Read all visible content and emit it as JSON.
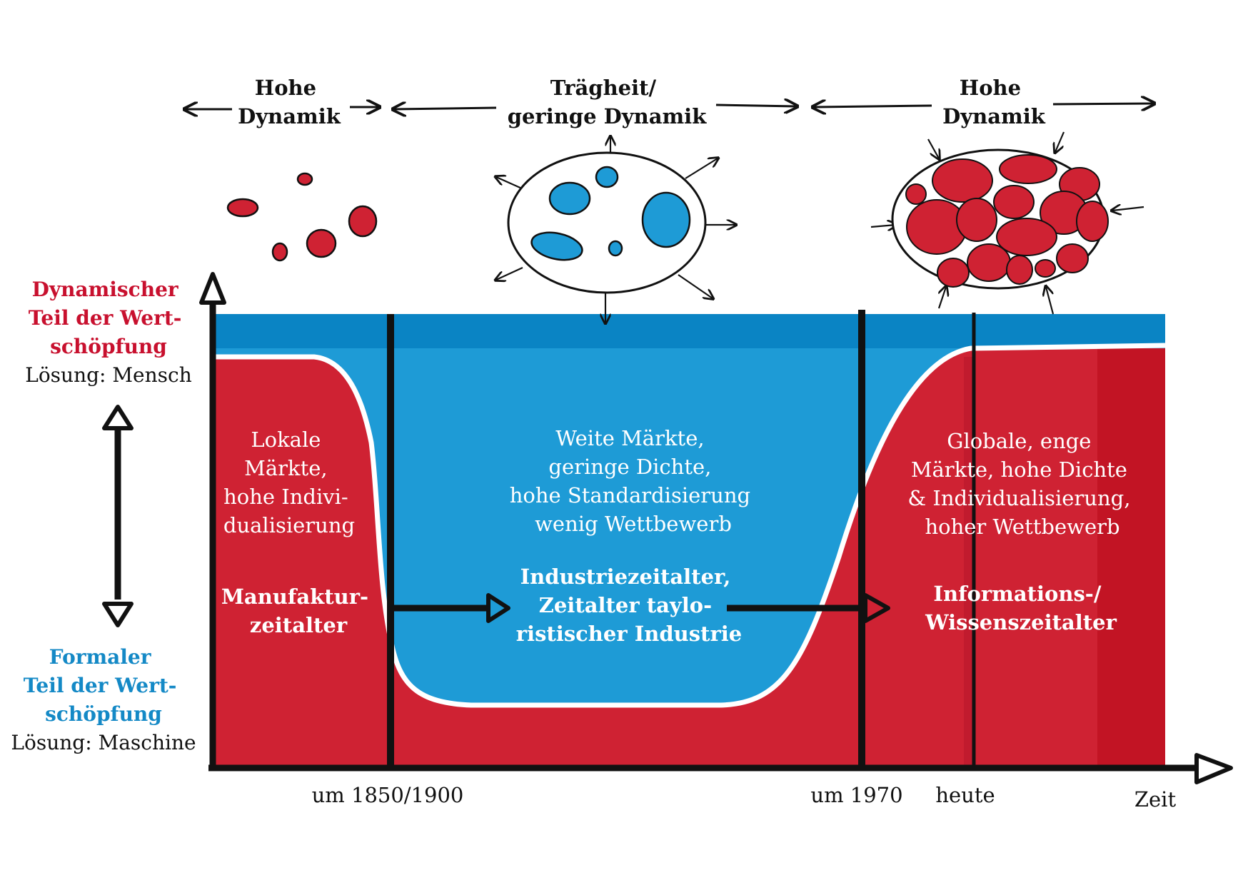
{
  "colors": {
    "red": "#cf2233",
    "red_dark": "#c21424",
    "blue": "#1e9bd6",
    "blue_top": "#0a84c4",
    "white": "#ffffff",
    "ink": "#111111",
    "label_red": "#c8102e",
    "label_blue": "#1489c6"
  },
  "top_labels": [
    {
      "lines": [
        "Hohe",
        "Dynamik"
      ]
    },
    {
      "lines": [
        "Trägheit/",
        "geringe Dynamik"
      ]
    },
    {
      "lines": [
        "Hohe",
        "Dynamik"
      ]
    }
  ],
  "y_axis": {
    "top": {
      "lines": [
        "Dynamischer",
        "Teil der Wert-",
        "schöpfung"
      ],
      "solution": "Lösung: Mensch"
    },
    "bottom": {
      "lines": [
        "Formaler",
        "Teil der Wert-",
        "schöpfung"
      ],
      "solution": "Lösung: Maschine"
    }
  },
  "eras": [
    {
      "description": [
        "Lokale",
        "Märkte,",
        "hohe Indivi-",
        "dualisierung"
      ],
      "name": [
        "Manufaktur-",
        "zeitalter"
      ]
    },
    {
      "description": [
        "Weite Märkte,",
        "geringe Dichte,",
        "hohe Standardisierung",
        "wenig Wettbewerb"
      ],
      "name": [
        "Industriezeitalter,",
        "Zeitalter taylo-",
        "ristischer Industrie"
      ]
    },
    {
      "description": [
        "Globale, enge",
        "Märkte, hohe Dichte",
        "& Individualisierung,",
        "hoher Wettbewerb"
      ],
      "name": [
        "Informations-/",
        "Wissenszeitalter"
      ]
    }
  ],
  "x_axis": {
    "ticks": [
      "um 1850/1900",
      "um 1970",
      "heute"
    ],
    "label": "Zeit"
  },
  "icons": {
    "scattered": "scattered-red-particles-icon",
    "inert": "sparse-blue-cell-icon",
    "dense": "dense-red-cell-icon"
  }
}
